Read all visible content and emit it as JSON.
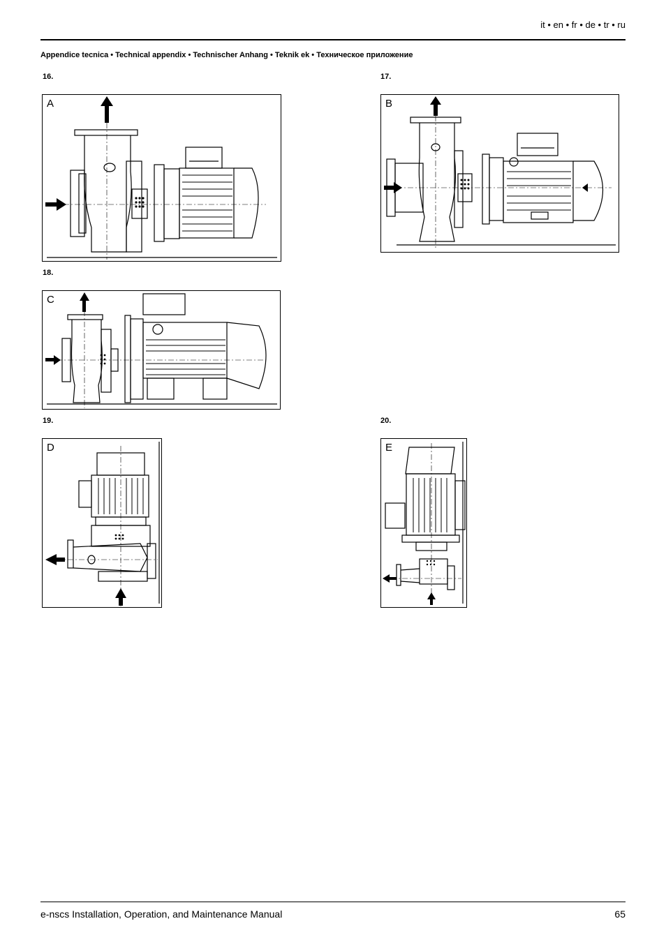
{
  "header": {
    "languages": "it • en • fr • de • tr • ru"
  },
  "section_title": "Appendice tecnica • Technical appendix • Technischer Anhang • Teknik ek • Техническое приложение",
  "figures": [
    {
      "number": "16.",
      "letter": "A"
    },
    {
      "number": "17.",
      "letter": "B"
    },
    {
      "number": "18.",
      "letter": "C"
    },
    {
      "number": "19.",
      "letter": "D"
    },
    {
      "number": "20.",
      "letter": "E"
    }
  ],
  "footer": {
    "title": "e-nscs Installation, Operation, and Maintenance Manual",
    "page": "65"
  }
}
